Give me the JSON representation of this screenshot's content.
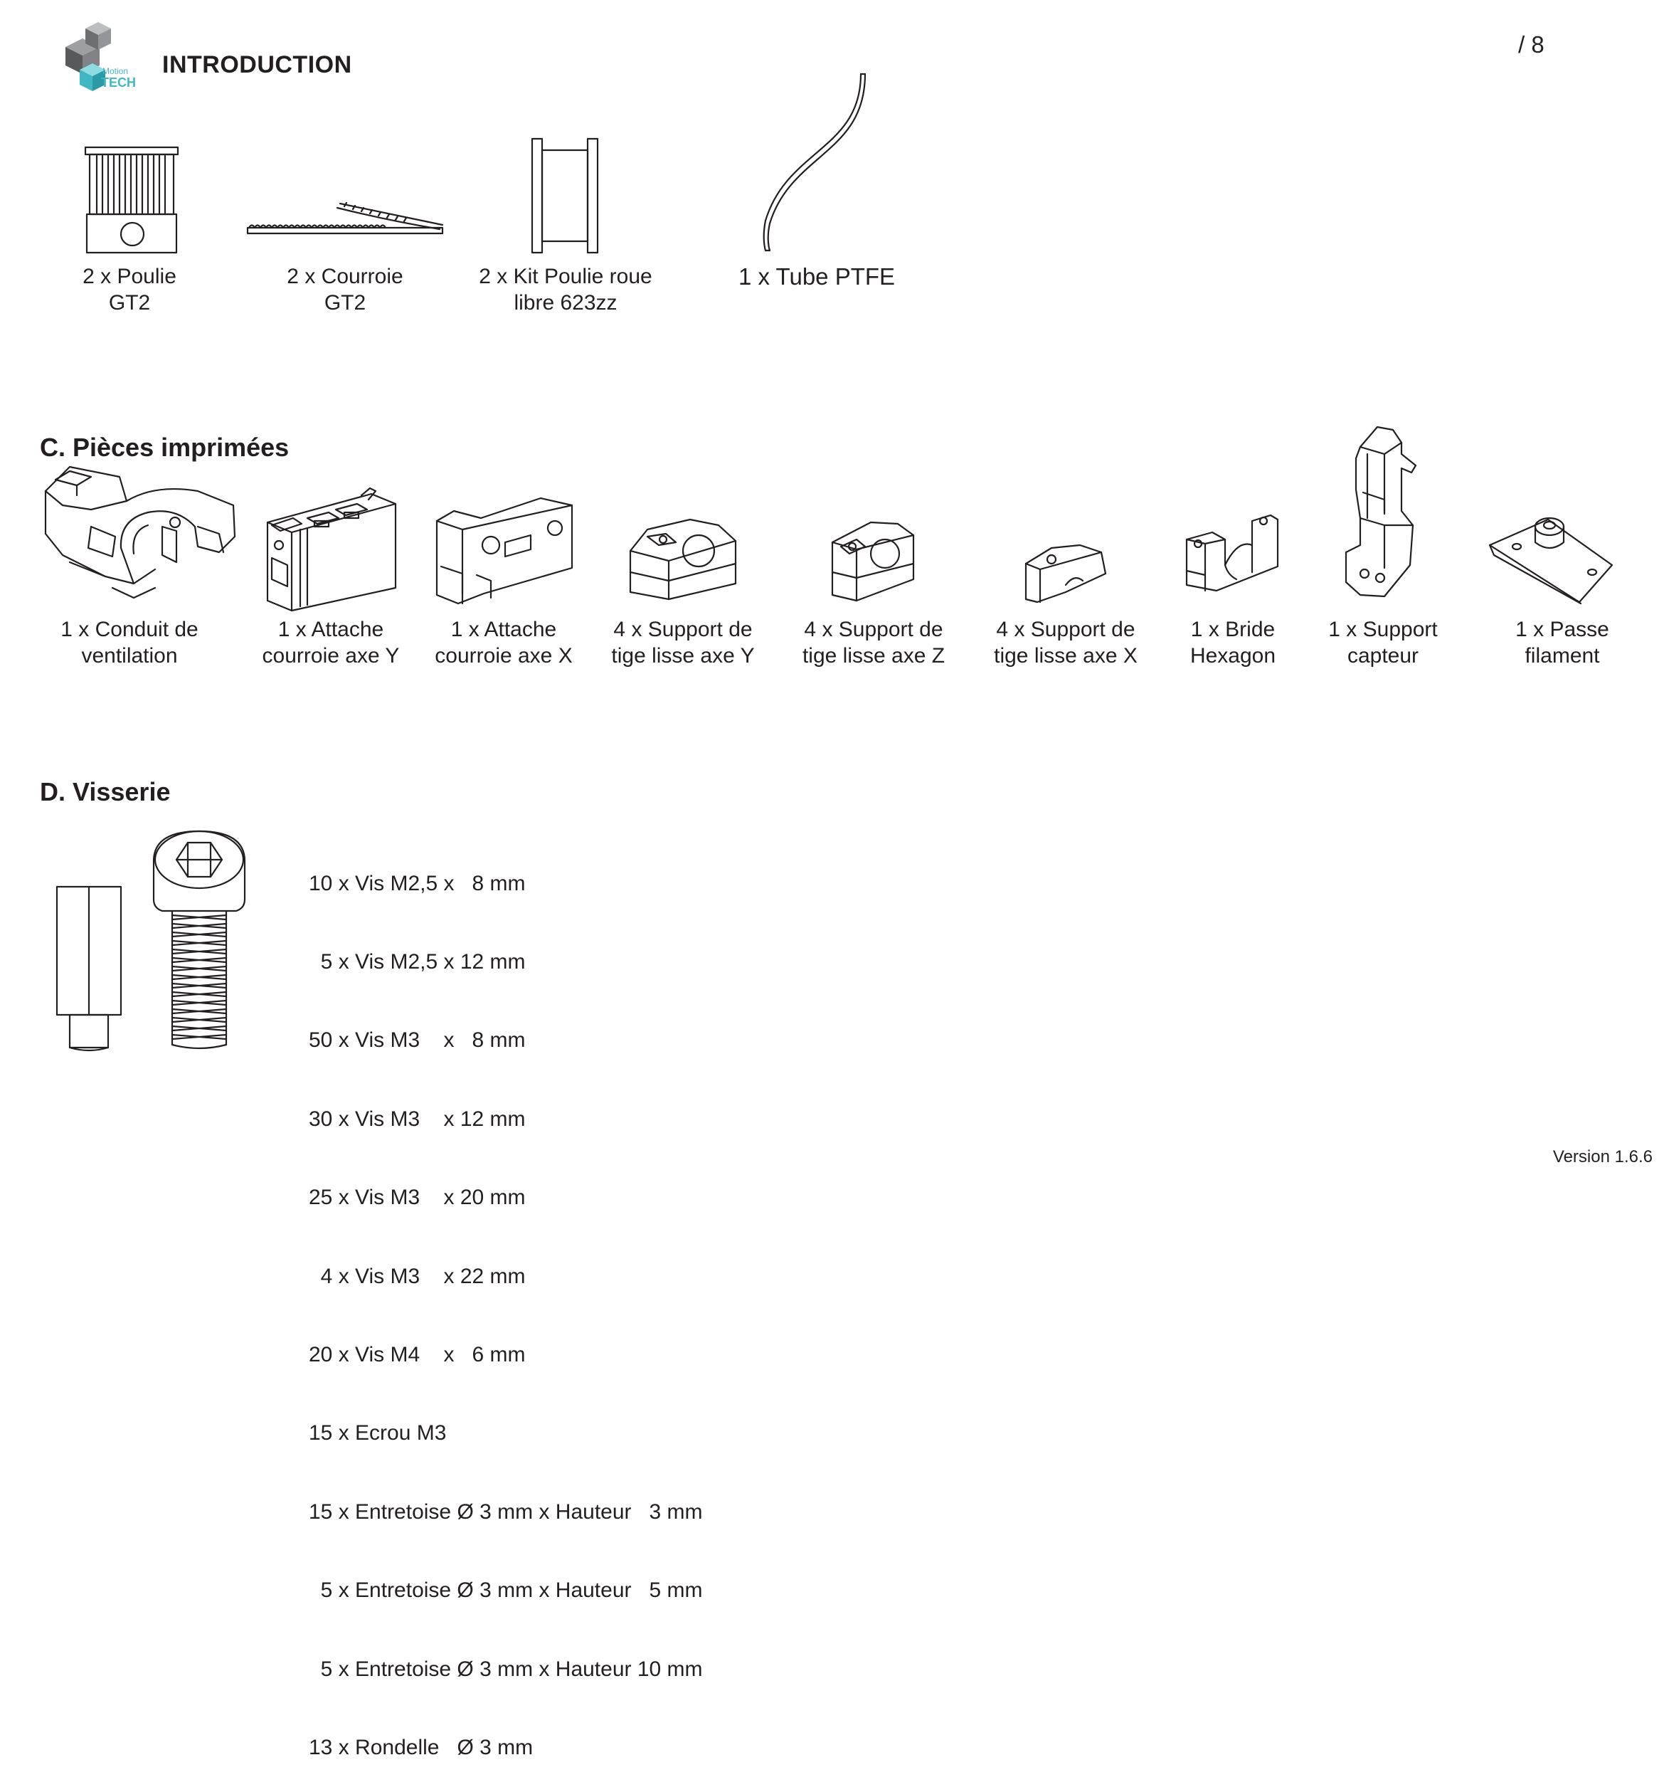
{
  "header": {
    "logo_text_small": "Motion",
    "logo_text_big": "TECH",
    "title": "INTRODUCTION",
    "page_number": "/ 8"
  },
  "parts_top": [
    {
      "icon": "pulley-icon",
      "line1": "2 x Poulie",
      "line2": "GT2"
    },
    {
      "icon": "belt-icon",
      "line1": "2 x Courroie",
      "line2": "GT2"
    },
    {
      "icon": "idler-pulley-kit-icon",
      "line1": "2 x Kit Poulie roue",
      "line2": "libre 623zz"
    },
    {
      "icon": "ptfe-tube-icon",
      "line1": "1 x Tube PTFE",
      "line2": ""
    }
  ],
  "section_c": {
    "title": "C. Pièces imprimées",
    "items": [
      {
        "icon": "ventilation-duct-icon",
        "line1": "1 x Conduit de",
        "line2": "ventilation"
      },
      {
        "icon": "y-belt-clip-icon",
        "line1": "1 x Attache",
        "line2": "courroie axe Y"
      },
      {
        "icon": "x-belt-clip-icon",
        "line1": "1 x Attache",
        "line2": "courroie axe X"
      },
      {
        "icon": "y-rod-holder-icon",
        "line1": "4 x Support de",
        "line2": "tige lisse axe Y"
      },
      {
        "icon": "z-rod-holder-icon",
        "line1": "4 x Support de",
        "line2": "tige lisse axe Z"
      },
      {
        "icon": "x-rod-holder-icon",
        "line1": "4 x Support de",
        "line2": "tige lisse axe X"
      },
      {
        "icon": "hexagon-clamp-icon",
        "line1": "1 x Bride",
        "line2": "Hexagon"
      },
      {
        "icon": "sensor-support-icon",
        "line1": "1 x Support",
        "line2": "capteur"
      },
      {
        "icon": "filament-guide-icon",
        "line1": "1 x Passe",
        "line2": "filament"
      }
    ]
  },
  "section_d": {
    "title": "D. Visserie",
    "lines": [
      "10 x Vis M2,5 x   8 mm",
      "  5 x Vis M2,5 x 12 mm",
      "50 x Vis M3    x   8 mm",
      "30 x Vis M3    x 12 mm",
      "25 x Vis M3    x 20 mm",
      "  4 x Vis M3    x 22 mm",
      "20 x Vis M4    x   6 mm",
      "15 x Ecrou M3",
      "15 x Entretoise Ø 3 mm x Hauteur   3 mm",
      "  5 x Entretoise Ø 3 mm x Hauteur   5 mm",
      "  5 x Entretoise Ø 3 mm x Hauteur 10 mm",
      "13 x Rondelle   Ø 3 mm"
    ]
  },
  "footer": {
    "version": "Version 1.6.6"
  },
  "colors": {
    "text": "#231f20",
    "logo_grey": "#6d6e71",
    "logo_teal": "#3fb8c4"
  }
}
